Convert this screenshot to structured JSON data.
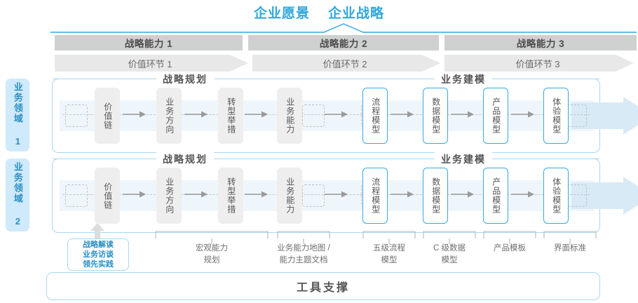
{
  "header": {
    "vision": "企业愿景",
    "strategy": "企业战略"
  },
  "capabilities": [
    {
      "label": "战略能力 1"
    },
    {
      "label": "战略能力 2"
    },
    {
      "label": "战略能力 3"
    }
  ],
  "value_segments": [
    {
      "label": "价值环节 1"
    },
    {
      "label": "价值环节 2"
    },
    {
      "label": "价值环节 3"
    }
  ],
  "domains": [
    {
      "tab_label": "业务领域 1",
      "groups": [
        {
          "title": "战略规划"
        },
        {
          "title": "业务建模"
        }
      ],
      "nodes": [
        {
          "label": "价值链",
          "style": "gray"
        },
        {
          "label": "业务方向",
          "style": "gray"
        },
        {
          "label": "转型举措",
          "style": "gray"
        },
        {
          "label": "业务能力",
          "style": "gray"
        },
        {
          "label": "流程模型",
          "style": "blue"
        },
        {
          "label": "数据模型",
          "style": "blue"
        },
        {
          "label": "产品模型",
          "style": "blue"
        },
        {
          "label": "体验模型",
          "style": "blue"
        }
      ]
    },
    {
      "tab_label": "业务领域 2",
      "groups": [
        {
          "title": "战略规划"
        },
        {
          "title": "业务建模"
        }
      ],
      "nodes": [
        {
          "label": "价值链",
          "style": "gray"
        },
        {
          "label": "业务方向",
          "style": "gray"
        },
        {
          "label": "转型举措",
          "style": "gray"
        },
        {
          "label": "业务能力",
          "style": "gray"
        },
        {
          "label": "流程模型",
          "style": "blue"
        },
        {
          "label": "数据模型",
          "style": "blue"
        },
        {
          "label": "产品模型",
          "style": "blue"
        },
        {
          "label": "体验模型",
          "style": "blue"
        }
      ]
    }
  ],
  "tool_box": {
    "lines": [
      "战略解读",
      "业务访谈",
      "领先实践"
    ]
  },
  "tool_labels": [
    {
      "lines": [
        "宏观能力",
        "规划"
      ]
    },
    {
      "lines": [
        "业务能力地图 /",
        "能力主题文档"
      ]
    },
    {
      "lines": [
        "五级流程",
        "模型"
      ]
    },
    {
      "lines": [
        "C 级数据",
        "模型"
      ]
    },
    {
      "lines": [
        "产品模板"
      ]
    },
    {
      "lines": [
        "界面标准"
      ]
    }
  ],
  "footer": {
    "label": "工具支撑"
  },
  "colors": {
    "accent_blue": "#2fa7dd",
    "border_blue": "#a9d8ef",
    "tab_fill": "#cfeafb",
    "header_gray": "#cfd0d0",
    "segment_gray": "#e8e8e8",
    "band_blue": "#eef6fb",
    "node_gray": "#eeeeee",
    "node_blue_border": "#3aa8e0",
    "text_gray": "#555555"
  }
}
